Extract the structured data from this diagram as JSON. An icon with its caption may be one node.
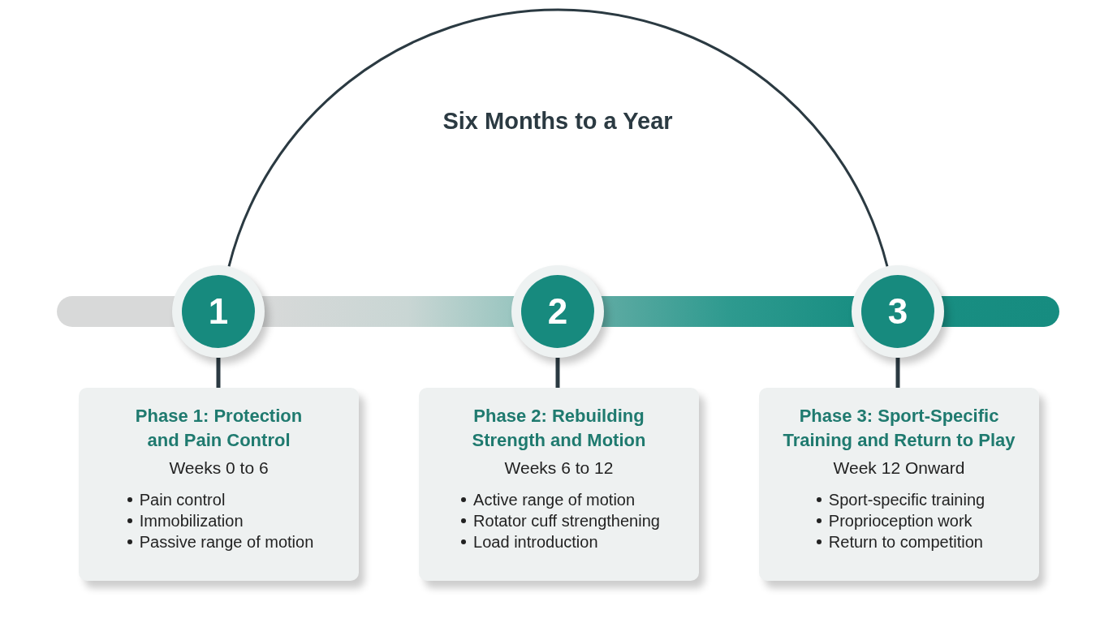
{
  "diagram": {
    "nodes": [
      {
        "text": [],
        "shape": "bar"
      },
      {
        "text": [
          "1"
        ]
      },
      {
        "text": [
          "Phase 1: Protection and Pain Control",
          "Weeks 0 to 6",
          "Pain control",
          "Immobilization",
          "Passive range of motion"
        ]
      },
      {
        "text": [
          "2"
        ]
      },
      {
        "text": [
          "Phase 2: Rebuilding Strength and Motion",
          "Weeks 6 to 12",
          "Active range of motion",
          "Rotator cuff strengthening",
          "Load introduction"
        ]
      },
      {
        "text": [
          "3"
        ]
      },
      {
        "text": [
          "Phase 3: Sport-Specific Training and Return to Play",
          "Week 12 Onward",
          "Sport-specific training",
          "Proprioception work",
          "Return to competition"
        ]
      }
    ],
    "edges": [
      {
        "from": 1,
        "to": 5,
        "arrow": "none"
      },
      {
        "from": 1,
        "to": 2,
        "arrow": "none"
      },
      {
        "from": 3,
        "to": 4,
        "arrow": "none"
      },
      {
        "from": 5,
        "to": 6,
        "arrow": "none"
      }
    ],
    "labels": [
      "Six Months to a Year"
    ]
  }
}
